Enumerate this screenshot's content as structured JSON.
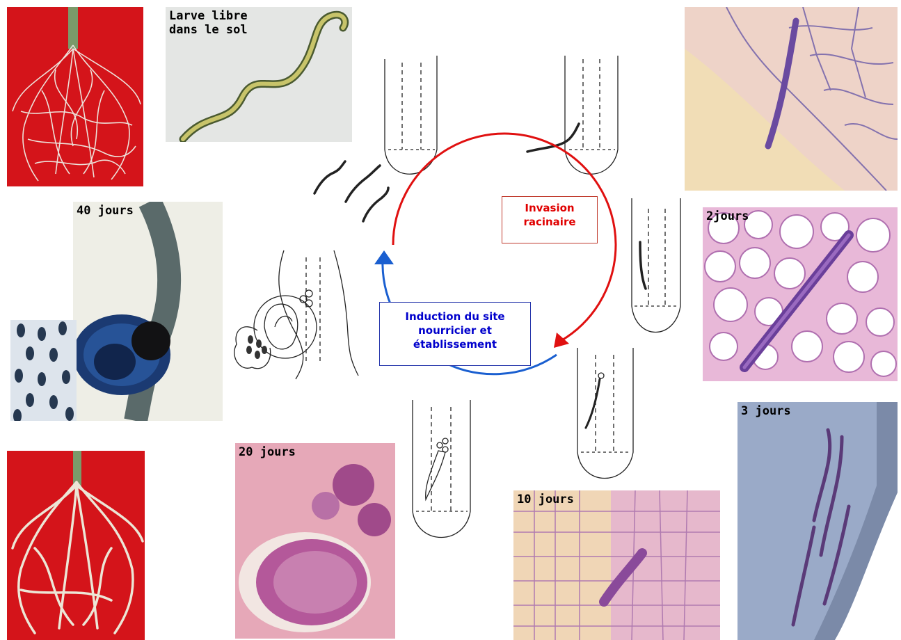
{
  "labels": {
    "free_larva": "Larve libre\ndans le sol",
    "day40": "40 jours",
    "day2": "2jours",
    "day3": "3 jours",
    "day10": "10 jours",
    "day20": "20 jours"
  },
  "stages": {
    "invasion": "Invasion\nracinaire",
    "induction": "Induction du site\nnourricier et\nétablissement"
  },
  "colors": {
    "red_background": "#d4141a",
    "invasion_arrow": "#e01010",
    "induction_arrow": "#1a5fd0",
    "stain_pink": "#e8b8d8",
    "stain_purple": "#6a3f9a"
  }
}
